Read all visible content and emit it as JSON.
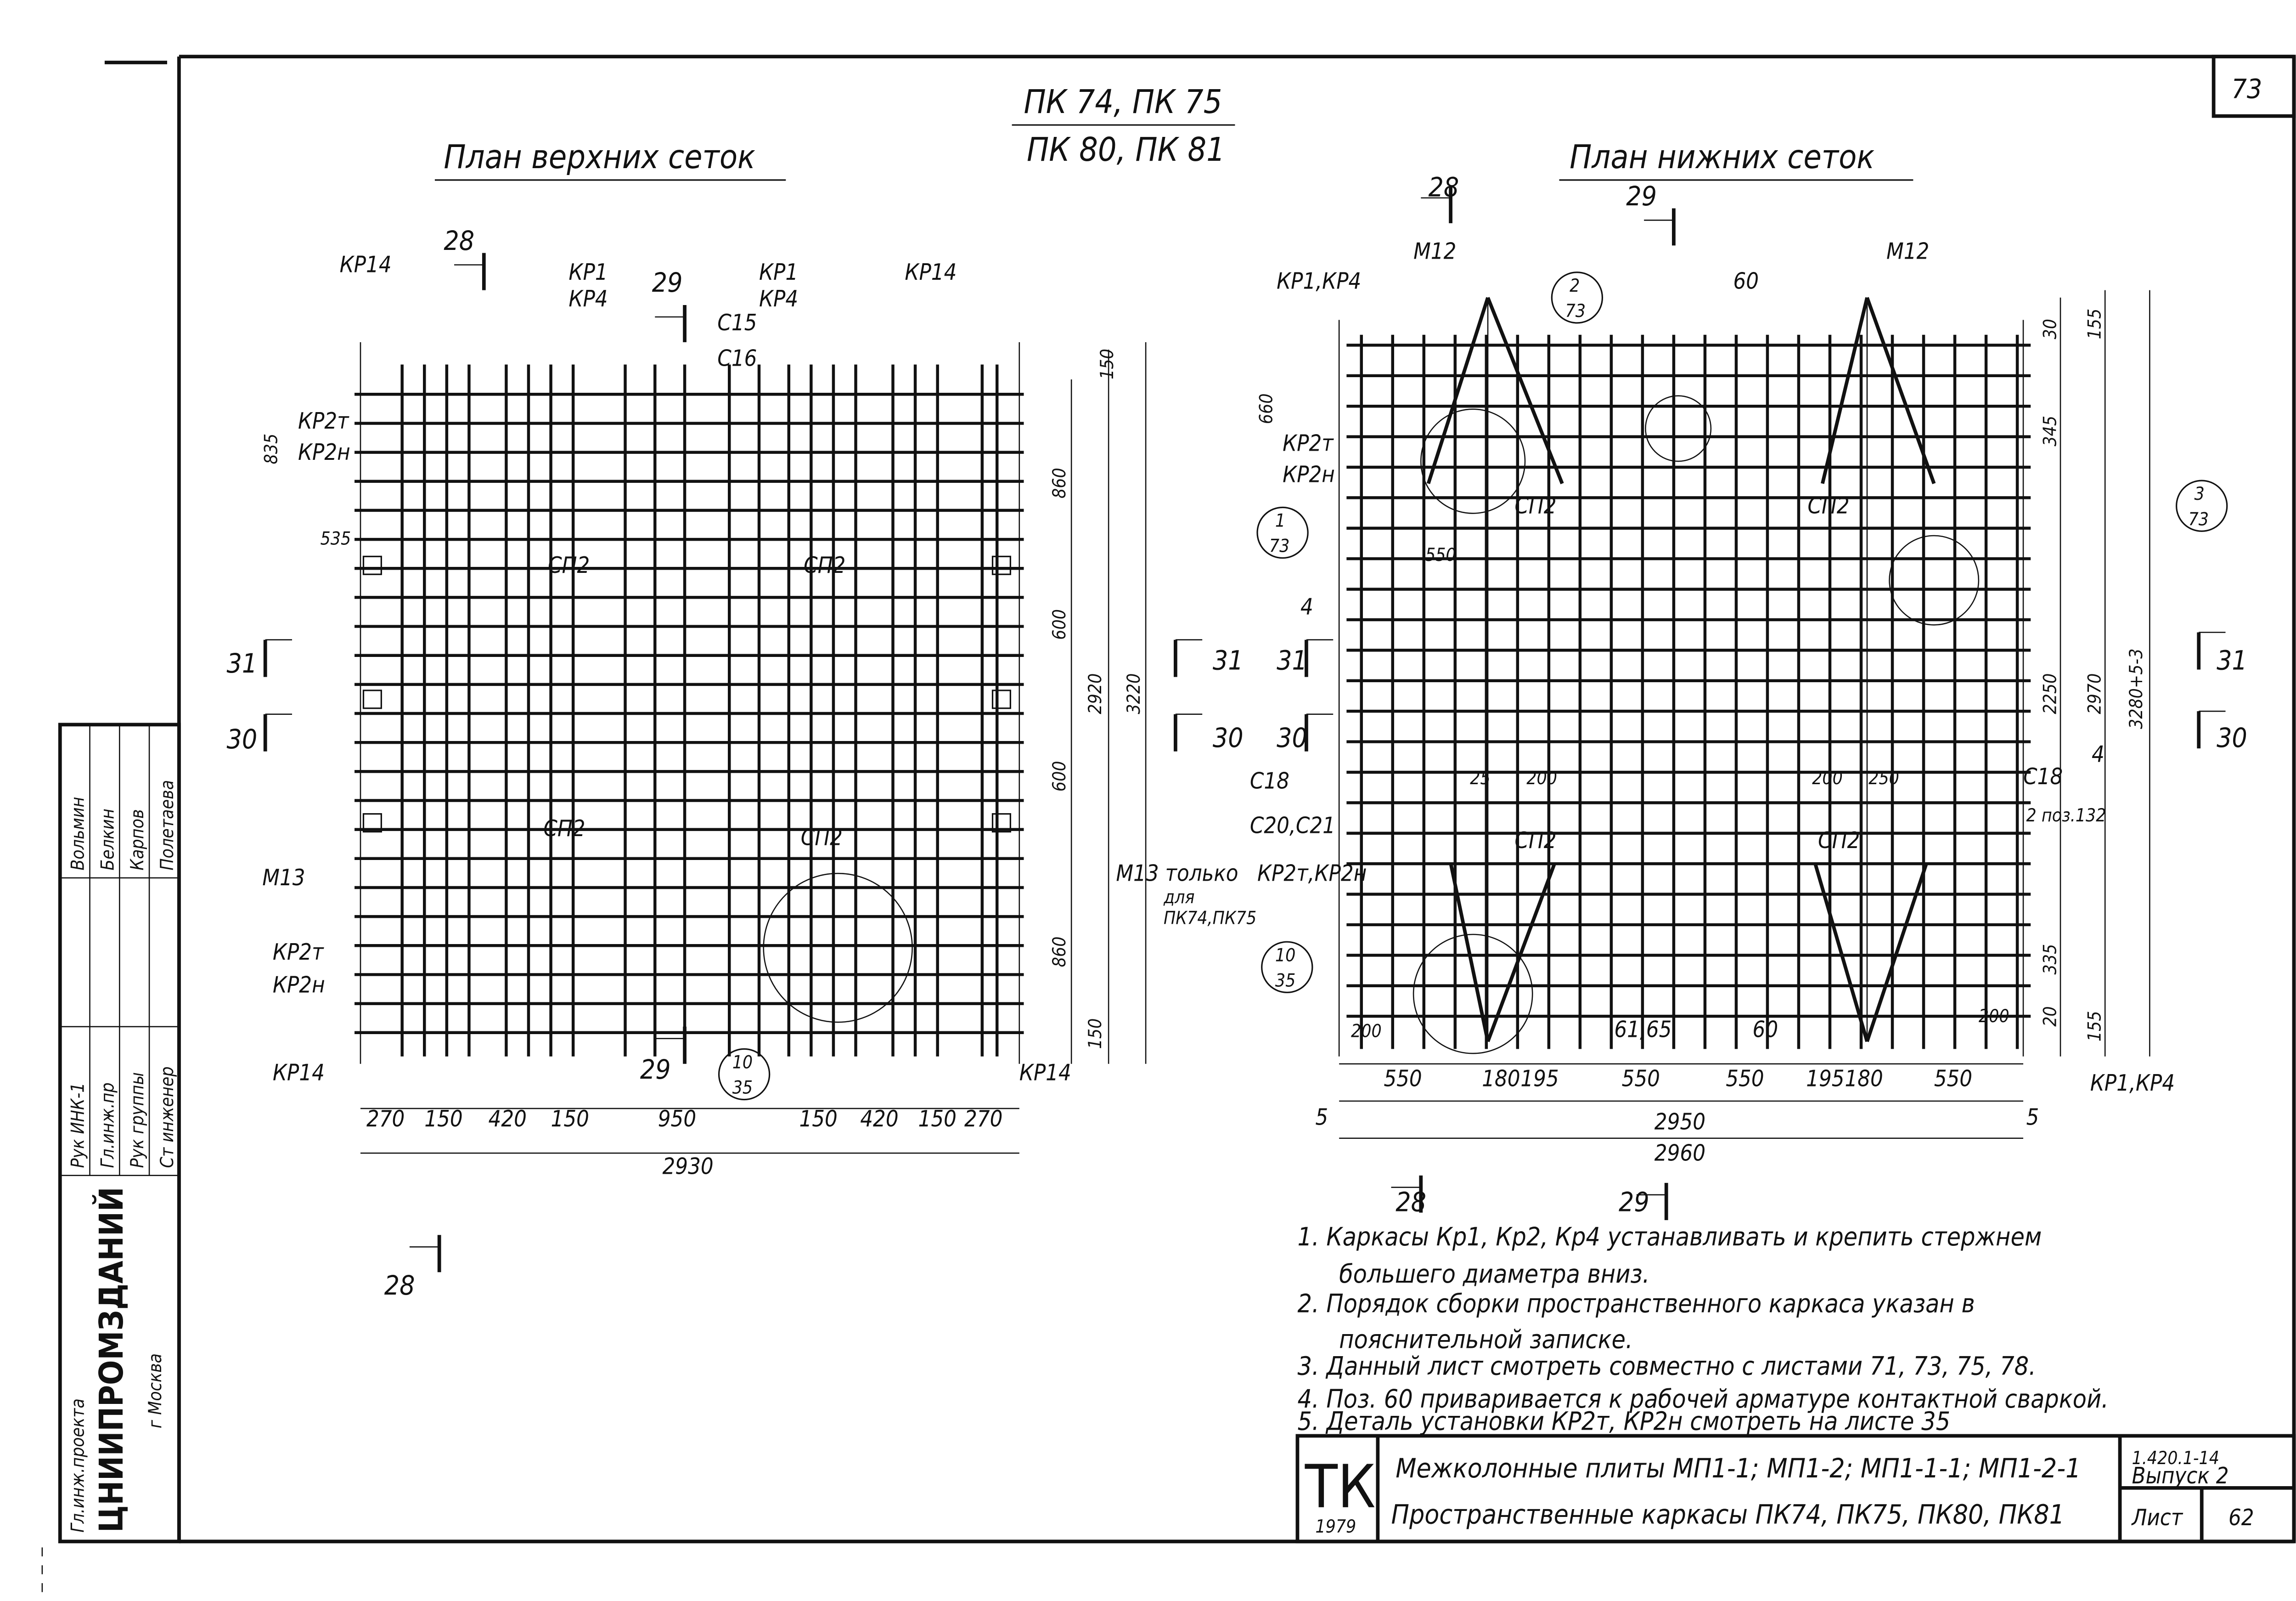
{
  "page_number": "73",
  "header": {
    "line1": "ПК 74, ПК 75",
    "line2": "ПК 80, ПК 81"
  },
  "left": {
    "title": "План верхних сеток",
    "labels": [
      "КР14",
      "28",
      "КР1",
      "КР4",
      "29",
      "КР1",
      "КР4",
      "КР14",
      "С15",
      "С16",
      "835",
      "КР2т",
      "КР2н",
      "535",
      "СП2",
      "СП2",
      "860",
      "150",
      "600",
      "2920",
      "3220",
      "600",
      "860",
      "150",
      "31",
      "30",
      "31",
      "30",
      "М13",
      "СП2",
      "СП2",
      "КР2т",
      "КР2н",
      "КР14",
      "29",
      "10",
      "35",
      "КР14",
      "М13 только",
      "для",
      "ПК74,ПК75",
      "28"
    ],
    "bottom_dims": [
      "270",
      "150",
      "420",
      "150",
      "950",
      "150",
      "420",
      "150",
      "270"
    ],
    "total": "2930"
  },
  "right": {
    "title": "План нижних сеток",
    "labels": [
      "28",
      "29",
      "М12",
      "КР1,КР4",
      "2",
      "73",
      "60",
      "М12",
      "30",
      "155",
      "660",
      "КР2т",
      "КР2н",
      "1",
      "73",
      "СП2",
      "550",
      "СП2",
      "3",
      "73",
      "345",
      "2250",
      "2970",
      "3280+5-3",
      "4",
      "31",
      "30",
      "4",
      "С18",
      "С20,С21",
      "25",
      "200",
      "200",
      "250",
      "С18",
      "2 поз.132",
      "СП2",
      "СП2",
      "КР2т,КР2н",
      "10",
      "35",
      "335",
      "200",
      "61,65",
      "60",
      "200",
      "20",
      "155",
      "КР1,КР4",
      "31",
      "30",
      "5",
      "5",
      "28",
      "29"
    ],
    "bottom_dims": [
      "550",
      "180",
      "195",
      "550",
      "550",
      "195",
      "180",
      "550"
    ],
    "total1": "2950",
    "total2": "2960"
  },
  "notes": [
    "1.  Каркасы Кр1, Кр2, Кр4 устанавливать и крепить стержнем",
    "большего диаметра вниз.",
    "2.  Порядок сборки пространственного каркаса указан в",
    "пояснительной записке.",
    "3.  Данный лист смотреть совместно с листами 71, 73, 75, 78.",
    "4.  Поз. 60 приваривается к рабочей арматуре контактной сваркой.",
    "5.  Деталь установки КР2т, КР2н смотреть на листе 35"
  ],
  "title_block": {
    "logo": "ТК",
    "year": "1979",
    "line1": "Межколонные плиты МП1-1; МП1-2; МП1-1-1; МП1-2-1",
    "line2": "Пространственные каркасы ПК74, ПК75, ПК80, ПК81",
    "series": "1.420.1-14",
    "issue": "Выпуск 2",
    "sheet_label": "Лист",
    "sheet": "62"
  },
  "stamp": {
    "roles": [
      "Рук ИНК-1",
      "Гл.инж.пр",
      "Рук группы",
      "Ст инженер"
    ],
    "names": [
      "Вольмин",
      "Белкин",
      "Карпов",
      "Полетаева"
    ],
    "org": "ЦНИИПРОМЗДАНИЙ",
    "city": "г Москва",
    "inv": "Гл.инж.проекта"
  }
}
